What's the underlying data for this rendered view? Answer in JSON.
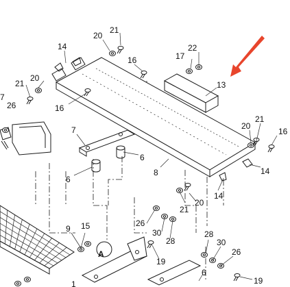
{
  "arrow_color": "#e8452c",
  "callouts": [
    {
      "id": "c-21-top",
      "text": "21"
    },
    {
      "id": "c-20-top",
      "text": "20"
    },
    {
      "id": "c-14-left",
      "text": "14"
    },
    {
      "id": "c-16-top",
      "text": "16"
    },
    {
      "id": "c-17",
      "text": "17"
    },
    {
      "id": "c-22",
      "text": "22"
    },
    {
      "id": "c-13",
      "text": "13"
    },
    {
      "id": "c-20-left",
      "text": "20"
    },
    {
      "id": "c-21-left",
      "text": "21"
    },
    {
      "id": "c-7-edge",
      "text": "7"
    },
    {
      "id": "c-26-left",
      "text": "26"
    },
    {
      "id": "c-16-mid",
      "text": "16"
    },
    {
      "id": "c-7",
      "text": "7"
    },
    {
      "id": "c-6-right",
      "text": "6"
    },
    {
      "id": "c-8",
      "text": "8"
    },
    {
      "id": "c-6-left",
      "text": "6"
    },
    {
      "id": "c-21-right",
      "text": "21"
    },
    {
      "id": "c-20-right",
      "text": "20"
    },
    {
      "id": "c-16-right",
      "text": "16"
    },
    {
      "id": "c-14-right",
      "text": "14"
    },
    {
      "id": "c-14-lower",
      "text": "14"
    },
    {
      "id": "c-20-lower",
      "text": "20"
    },
    {
      "id": "c-21-lower",
      "text": "21"
    },
    {
      "id": "c-9",
      "text": "9"
    },
    {
      "id": "c-15",
      "text": "15"
    },
    {
      "id": "c-26-mid",
      "text": "26"
    },
    {
      "id": "c-30-mid",
      "text": "30"
    },
    {
      "id": "c-28-mid",
      "text": "28"
    },
    {
      "id": "c-A",
      "text": "A"
    },
    {
      "id": "c-19-mid",
      "text": "19"
    },
    {
      "id": "c-28-right",
      "text": "28"
    },
    {
      "id": "c-30-right",
      "text": "30"
    },
    {
      "id": "c-26-right",
      "text": "26"
    },
    {
      "id": "c-6-bottom",
      "text": "6"
    },
    {
      "id": "c-19-bottom",
      "text": "19"
    },
    {
      "id": "c-1-bottom",
      "text": "1"
    }
  ]
}
